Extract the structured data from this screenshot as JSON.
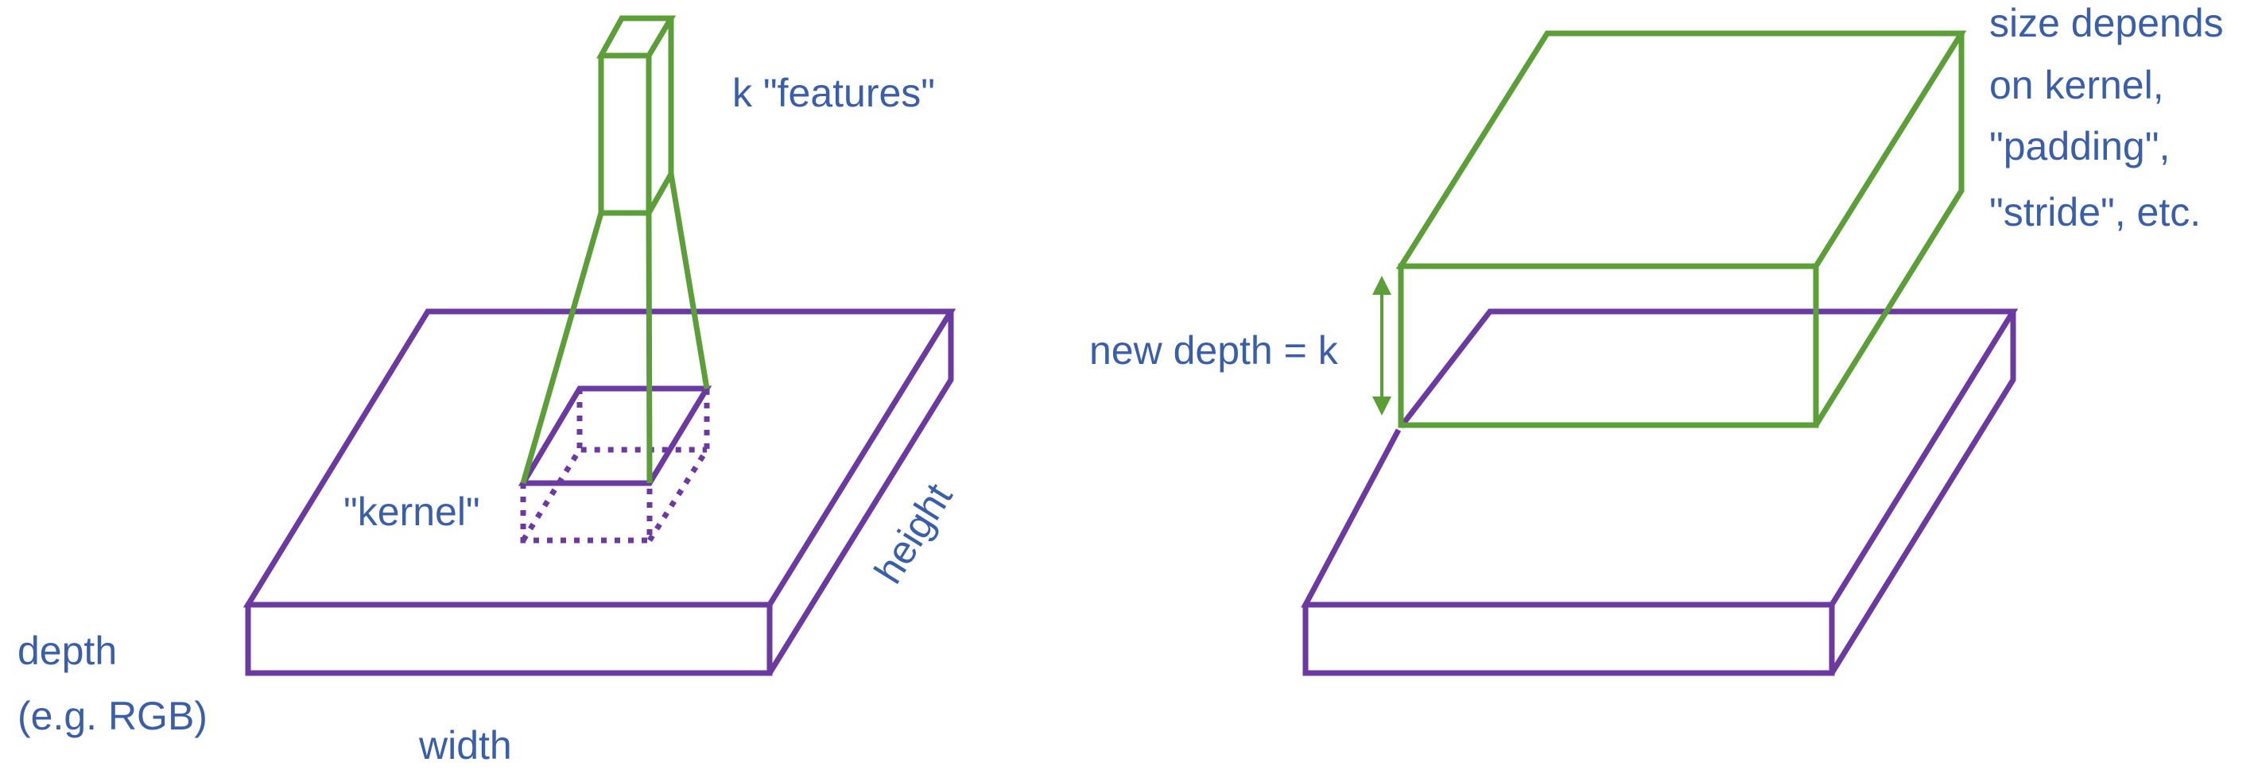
{
  "colors": {
    "input_volume": "#6b3aa0",
    "output_volume": "#5c9e38",
    "text": "#3b5ea8"
  },
  "left_panel": {
    "features_label": "k \"features\"",
    "kernel_label": "\"kernel\"",
    "height_label": "height",
    "depth_label_line1": "depth",
    "depth_label_line2": "(e.g. RGB)",
    "width_label": "width"
  },
  "right_panel": {
    "size_note_line1": "size depends",
    "size_note_line2": "on kernel,",
    "size_note_line3": "\"padding\",",
    "size_note_line4": "\"stride\", etc.",
    "new_depth_label": "new depth = k"
  }
}
